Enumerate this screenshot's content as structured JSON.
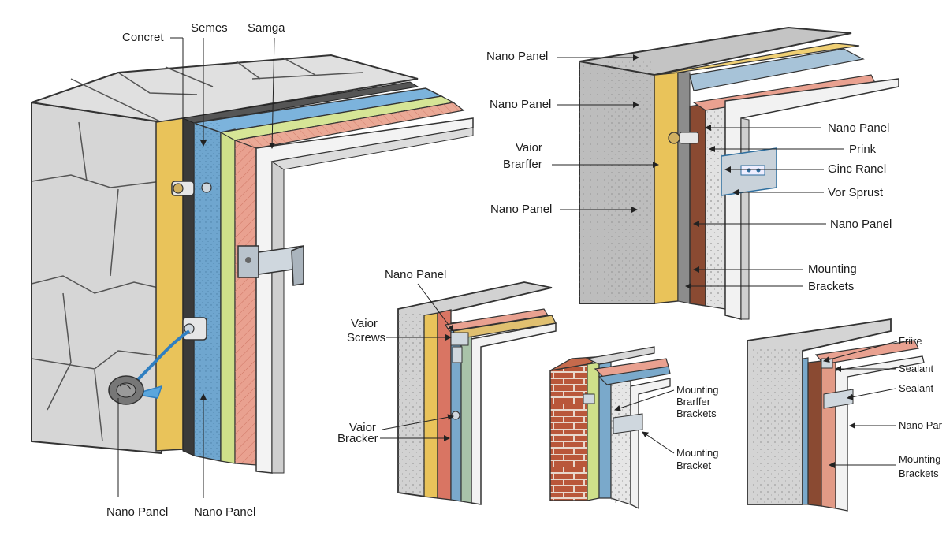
{
  "colors": {
    "concrete": "#d4d4d4",
    "concrete_dark": "#a8a8a8",
    "yellow_board": "#e9c35a",
    "blue_board": "#6fa6cf",
    "green_layer": "#cfe08a",
    "pink_insulation": "#e9a190",
    "brown_panel": "#8a4a32",
    "brick": "#b9573a",
    "bracket": "#b9c3cc",
    "leader": "#222222"
  },
  "detail_a": {
    "labels": {
      "concrete": "Concret",
      "semes": "Semes",
      "samga": "Samga",
      "nano_panel_left": "Nano Panel",
      "nano_panel_right": "Nano Panel"
    }
  },
  "detail_b": {
    "labels": {
      "nano_panel_1": "Nano Panel",
      "nano_panel_2": "Nano Panel",
      "vaior": "Vaior",
      "brarffer": "Brarffer",
      "nano_panel_3": "Nano Panel",
      "nano_panel_4": "Nano Panel",
      "prink": "Prink",
      "ginc_ranel": "Ginc Ranel",
      "vor_sprust": "Vor Sprust",
      "nano_panel_5": "Nano Panel",
      "mounting": "Mounting",
      "brackets": "Brackets"
    }
  },
  "detail_c": {
    "labels": {
      "nano_panel": "Nano Panel",
      "vaior_1": "Vaior",
      "screws": "Screws",
      "vaior_2": "Vaior",
      "bracker": "Bracker"
    }
  },
  "detail_d": {
    "labels": {
      "mounting_1": "Mounting",
      "brarffer": "Brarffer",
      "brackets_1": "Brackets",
      "mounting_2": "Mounting",
      "brackets_2": "Bracket"
    }
  },
  "detail_e": {
    "labels": {
      "friire": "Friire",
      "sealant_1": "Sealant",
      "sealant_2": "Sealant",
      "nano_par": "Nano Par",
      "mounting": "Mounting",
      "brackets": "Brackets"
    }
  }
}
